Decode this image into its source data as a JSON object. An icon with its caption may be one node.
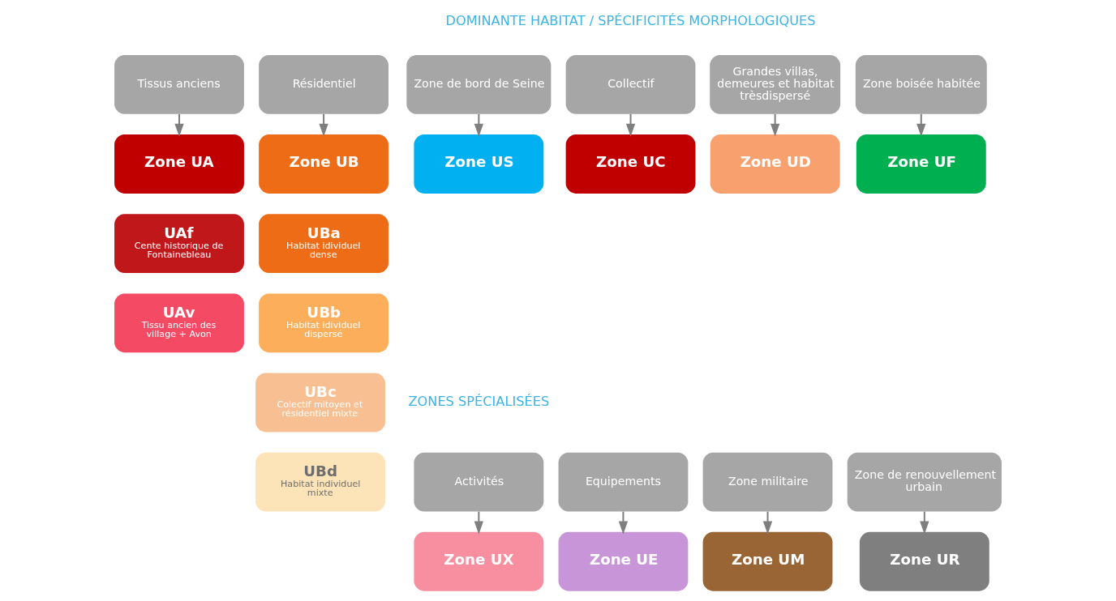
{
  "diagram": {
    "nodes": [
      {
        "text": [
          "Tissus anciens"
        ]
      },
      {
        "text": [
          "Résidentiel"
        ]
      },
      {
        "text": [
          "Collectif"
        ]
      },
      {
        "text": [
          "Grandes villas, demeures et habitat trèsdispersé"
        ]
      },
      {
        "text": [
          "Zone boisée habitée"
        ]
      },
      {
        "text": [
          "Zone de bord de Seine"
        ]
      },
      {
        "text": [
          "Zone UA"
        ]
      },
      {
        "text": [
          "Zone UB"
        ]
      },
      {
        "text": [
          "Zone UC"
        ]
      },
      {
        "text": [
          "Zone UD"
        ]
      },
      {
        "text": [
          "Zone UF"
        ]
      },
      {
        "text": [
          "Zone US"
        ]
      },
      {
        "text": [
          "UAf",
          "Cente historique de Fontainebleau"
        ]
      },
      {
        "text": [
          "UBa",
          "Habitat idividuel dense"
        ]
      },
      {
        "text": [
          "UAv",
          "Tissu ancien des village + Avon"
        ]
      },
      {
        "text": [
          "UBb",
          "Habitat idividuel dispersé"
        ]
      },
      {
        "text": [
          "UBc",
          "Colectif mitoyen et résidentiel mixte"
        ]
      },
      {
        "text": [
          "UBd",
          "Habitat individuel mixte"
        ]
      },
      {
        "text": [
          "Equipements"
        ]
      },
      {
        "text": [
          "Activités"
        ]
      },
      {
        "text": [
          "Zone militaire"
        ]
      },
      {
        "text": [
          "Zone de renouvellement urbain"
        ]
      },
      {
        "text": [
          "Zone UE"
        ]
      },
      {
        "text": [
          "Zone UX"
        ]
      },
      {
        "text": [
          "Zone UM"
        ]
      },
      {
        "text": [
          "Zone UR"
        ]
      }
    ],
    "edges": [
      {
        "from": 0,
        "to": 6,
        "arrow": "to"
      },
      {
        "from": 1,
        "to": 7,
        "arrow": "to"
      },
      {
        "from": 2,
        "to": 8,
        "arrow": "to"
      },
      {
        "from": 3,
        "to": 9,
        "arrow": "to"
      },
      {
        "from": 4,
        "to": 10,
        "arrow": "to"
      },
      {
        "from": 5,
        "to": 11,
        "arrow": "to"
      },
      {
        "from": 18,
        "to": 22,
        "arrow": "to"
      },
      {
        "from": 19,
        "to": 23,
        "arrow": "to"
      },
      {
        "from": 20,
        "to": 24,
        "arrow": "to"
      },
      {
        "from": 21,
        "to": 25,
        "arrow": "to"
      }
    ],
    "labels": [
      "DOMINANTE HABITAT / SPÉCIFICITÉS MORPHOLOGIQUES",
      "ZONES SPÉCIALISÉES"
    ]
  }
}
